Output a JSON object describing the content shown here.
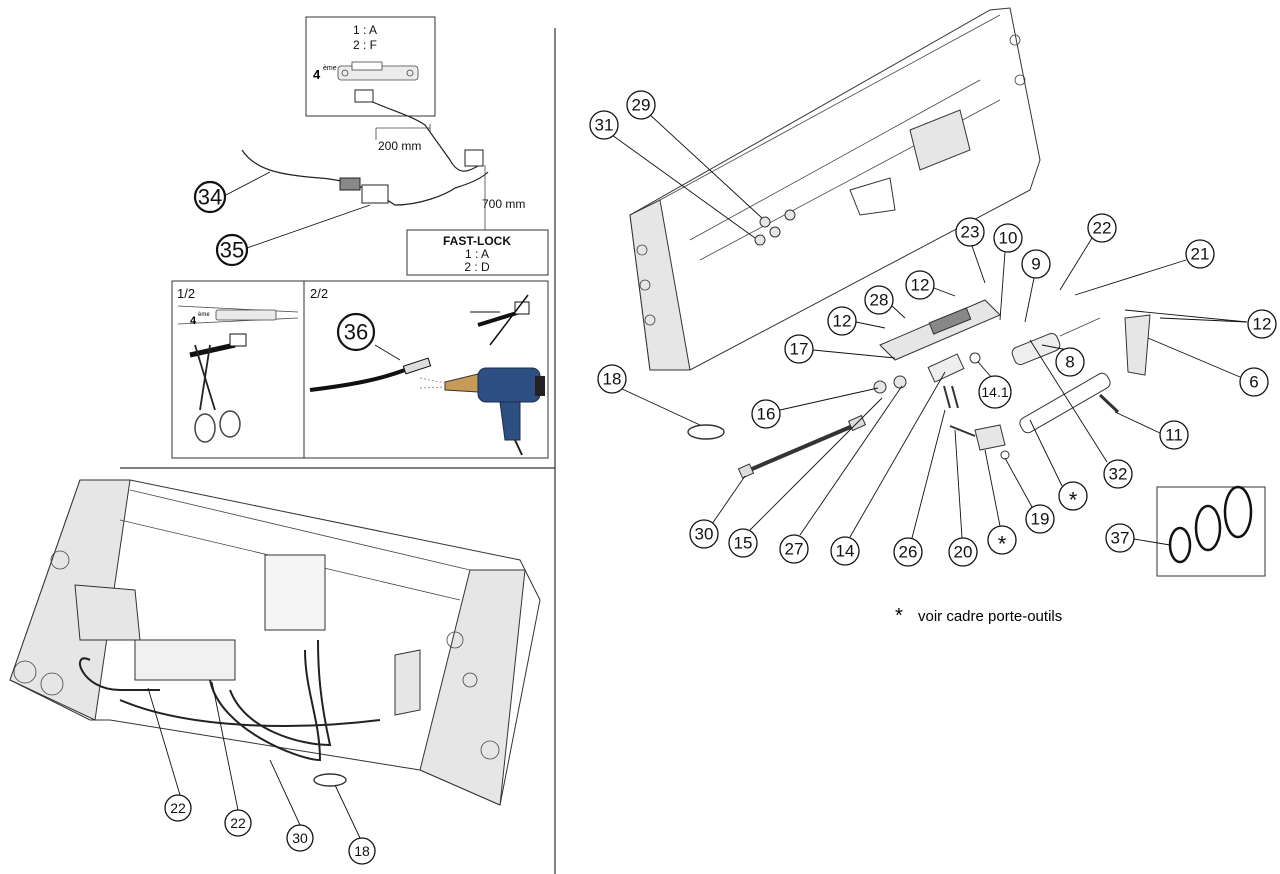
{
  "inset_top": {
    "mapping_line1": "1 : A",
    "mapping_line2": "2 : F",
    "ordinal_num": "4",
    "ordinal_sup": "ème",
    "dim_200": "200 mm",
    "dim_700": "700 mm",
    "fastlock_title": "FAST-LOCK",
    "fastlock_line1": "1 : A",
    "fastlock_line2": "2 : D"
  },
  "steps": {
    "step1_label": "1/2",
    "step2_label": "2/2",
    "step1_ordinal_num": "4",
    "step1_ordinal_sup": "ème"
  },
  "footnote": {
    "symbol": "*",
    "text": "voir cadre porte-outils"
  },
  "callouts": {
    "c34": "34",
    "c35": "35",
    "c36": "36",
    "c29": "29",
    "c31": "31",
    "c23": "23",
    "c10": "10",
    "c22a": "22",
    "c21": "21",
    "c9": "9",
    "c12a": "12",
    "c28": "28",
    "c12b": "12",
    "c12c": "12",
    "c17": "17",
    "c18a": "18",
    "c8": "8",
    "c6": "6",
    "c14_1": "14.1",
    "c16": "16",
    "c11": "11",
    "c32": "32",
    "star1": "*",
    "c19": "19",
    "c37": "37",
    "c30a": "30",
    "c15": "15",
    "c27": "27",
    "c14": "14",
    "c26": "26",
    "c20": "20",
    "star2": "*",
    "c22b": "22",
    "c22c": "22",
    "c30b": "30",
    "c18b": "18"
  }
}
